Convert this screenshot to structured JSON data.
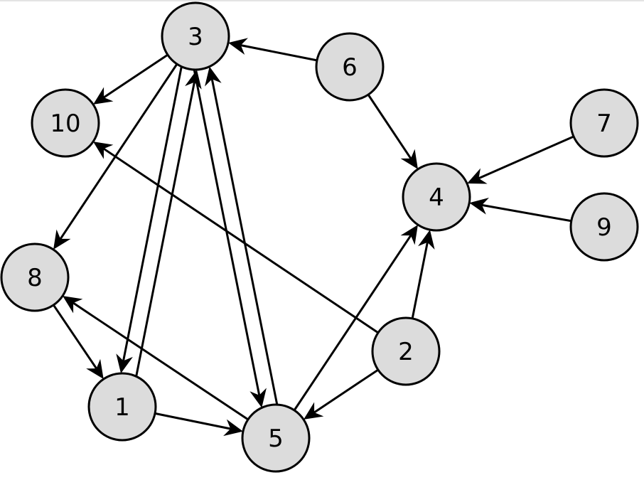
{
  "diagram": {
    "type": "directed-graph",
    "colors": {
      "node_fill": "#dcdcdc",
      "node_stroke": "#000000",
      "edge": "#000000",
      "label": "#000000"
    },
    "nodes": [
      {
        "id": "1",
        "label": "1"
      },
      {
        "id": "2",
        "label": "2"
      },
      {
        "id": "3",
        "label": "3"
      },
      {
        "id": "4",
        "label": "4"
      },
      {
        "id": "5",
        "label": "5"
      },
      {
        "id": "6",
        "label": "6"
      },
      {
        "id": "7",
        "label": "7"
      },
      {
        "id": "8",
        "label": "8"
      },
      {
        "id": "9",
        "label": "9"
      },
      {
        "id": "10",
        "label": "10"
      }
    ],
    "edges": [
      {
        "from": "6",
        "to": "3"
      },
      {
        "from": "3",
        "to": "10"
      },
      {
        "from": "3",
        "to": "8"
      },
      {
        "from": "3",
        "to": "1"
      },
      {
        "from": "1",
        "to": "3"
      },
      {
        "from": "5",
        "to": "3"
      },
      {
        "from": "3",
        "to": "5"
      },
      {
        "from": "6",
        "to": "4"
      },
      {
        "from": "7",
        "to": "4"
      },
      {
        "from": "9",
        "to": "4"
      },
      {
        "from": "5",
        "to": "4"
      },
      {
        "from": "2",
        "to": "4"
      },
      {
        "from": "2",
        "to": "10"
      },
      {
        "from": "2",
        "to": "5"
      },
      {
        "from": "8",
        "to": "1"
      },
      {
        "from": "1",
        "to": "5"
      },
      {
        "from": "5",
        "to": "8"
      }
    ]
  }
}
